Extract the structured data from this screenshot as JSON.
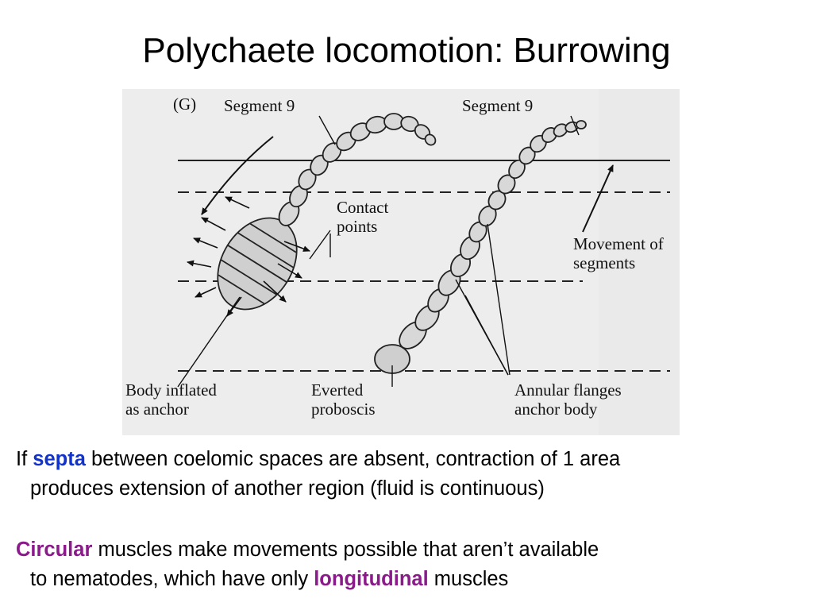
{
  "slide": {
    "title": "Polychaete locomotion: Burrowing"
  },
  "figure": {
    "panel_label": "(G)",
    "labels": {
      "segment9_left": "Segment 9",
      "segment9_right": "Segment 9",
      "contact_points_1": "Contact",
      "contact_points_2": "points",
      "movement_1": "Movement of",
      "movement_2": "segments",
      "body_inflated_1": "Body inflated",
      "body_inflated_2": "as anchor",
      "everted_1": "Everted",
      "everted_2": "proboscis",
      "annular_1": "Annular flanges",
      "annular_2": "anchor body"
    }
  },
  "bullets": [
    {
      "pre": "If ",
      "keyword": "septa",
      "line1_rest": " between coelomic spaces are absent, contraction of 1 area",
      "line2": "produces extension of another region (fluid is continuous)"
    },
    {
      "keyword": "Circular",
      "line1_rest": " muscles make movements possible that aren’t available",
      "line2_pre": "to nematodes, which have only ",
      "line2_keyword": "longitudinal",
      "line2_post": " muscles"
    }
  ],
  "colors": {
    "keyword_blue": "#1133cc",
    "keyword_purple": "#8b1a8b",
    "figure_background": "#ededed"
  }
}
